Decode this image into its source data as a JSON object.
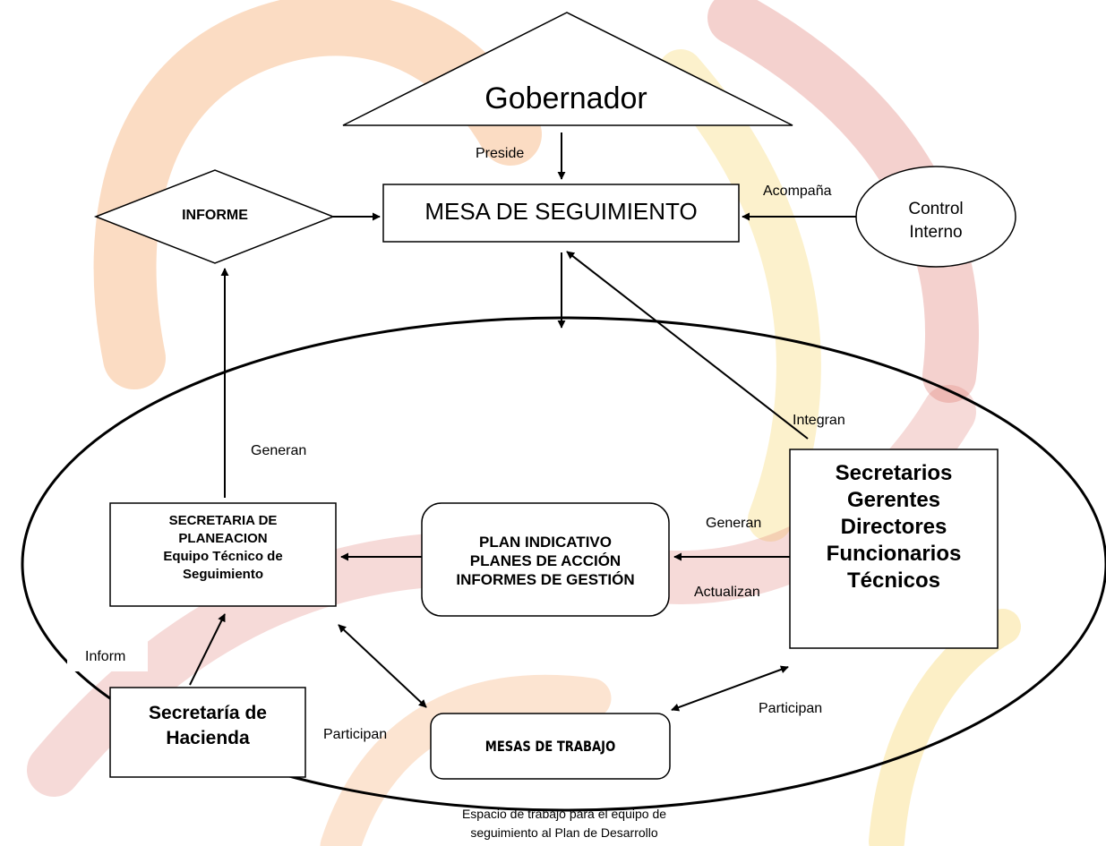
{
  "colors": {
    "watermark_orange": "#f6b27a",
    "watermark_red": "#e07a72",
    "watermark_yellow": "#f9df8e",
    "stroke": "#000000",
    "fill": "#ffffff"
  },
  "nodes": {
    "gobernador": "Gobernador",
    "mesa_seguimiento": "MESA DE SEGUIMIENTO",
    "informe": "INFORME",
    "control_interno": [
      "Control",
      "Interno"
    ],
    "secretaria_planeacion": [
      "SECRETARIA DE",
      "PLANEACION",
      "Equipo Técnico de",
      "Seguimiento"
    ],
    "plan_indicativo": [
      "PLAN INDICATIVO",
      "PLANES DE ACCIÓN",
      "INFORMES DE GESTIÓN"
    ],
    "secretarios": [
      "Secretarios",
      "Gerentes",
      "Directores",
      "Funcionarios",
      "Técnicos"
    ],
    "secretaria_hacienda": [
      "Secretaría de",
      "Hacienda"
    ],
    "mesas_trabajo": "MESAS DE TRABAJO"
  },
  "edge_labels": {
    "preside": "Preside",
    "acompana": "Acompaña",
    "integran": "Integran",
    "generan_left": "Generan",
    "generan_right": "Generan",
    "actualizan": "Actualizan",
    "inform": "Inform",
    "participan_left": "Participan",
    "participan_right": "Participan"
  },
  "caption": [
    "Espacio de trabajo para el equipo de",
    "seguimiento al Plan de Desarrollo"
  ]
}
